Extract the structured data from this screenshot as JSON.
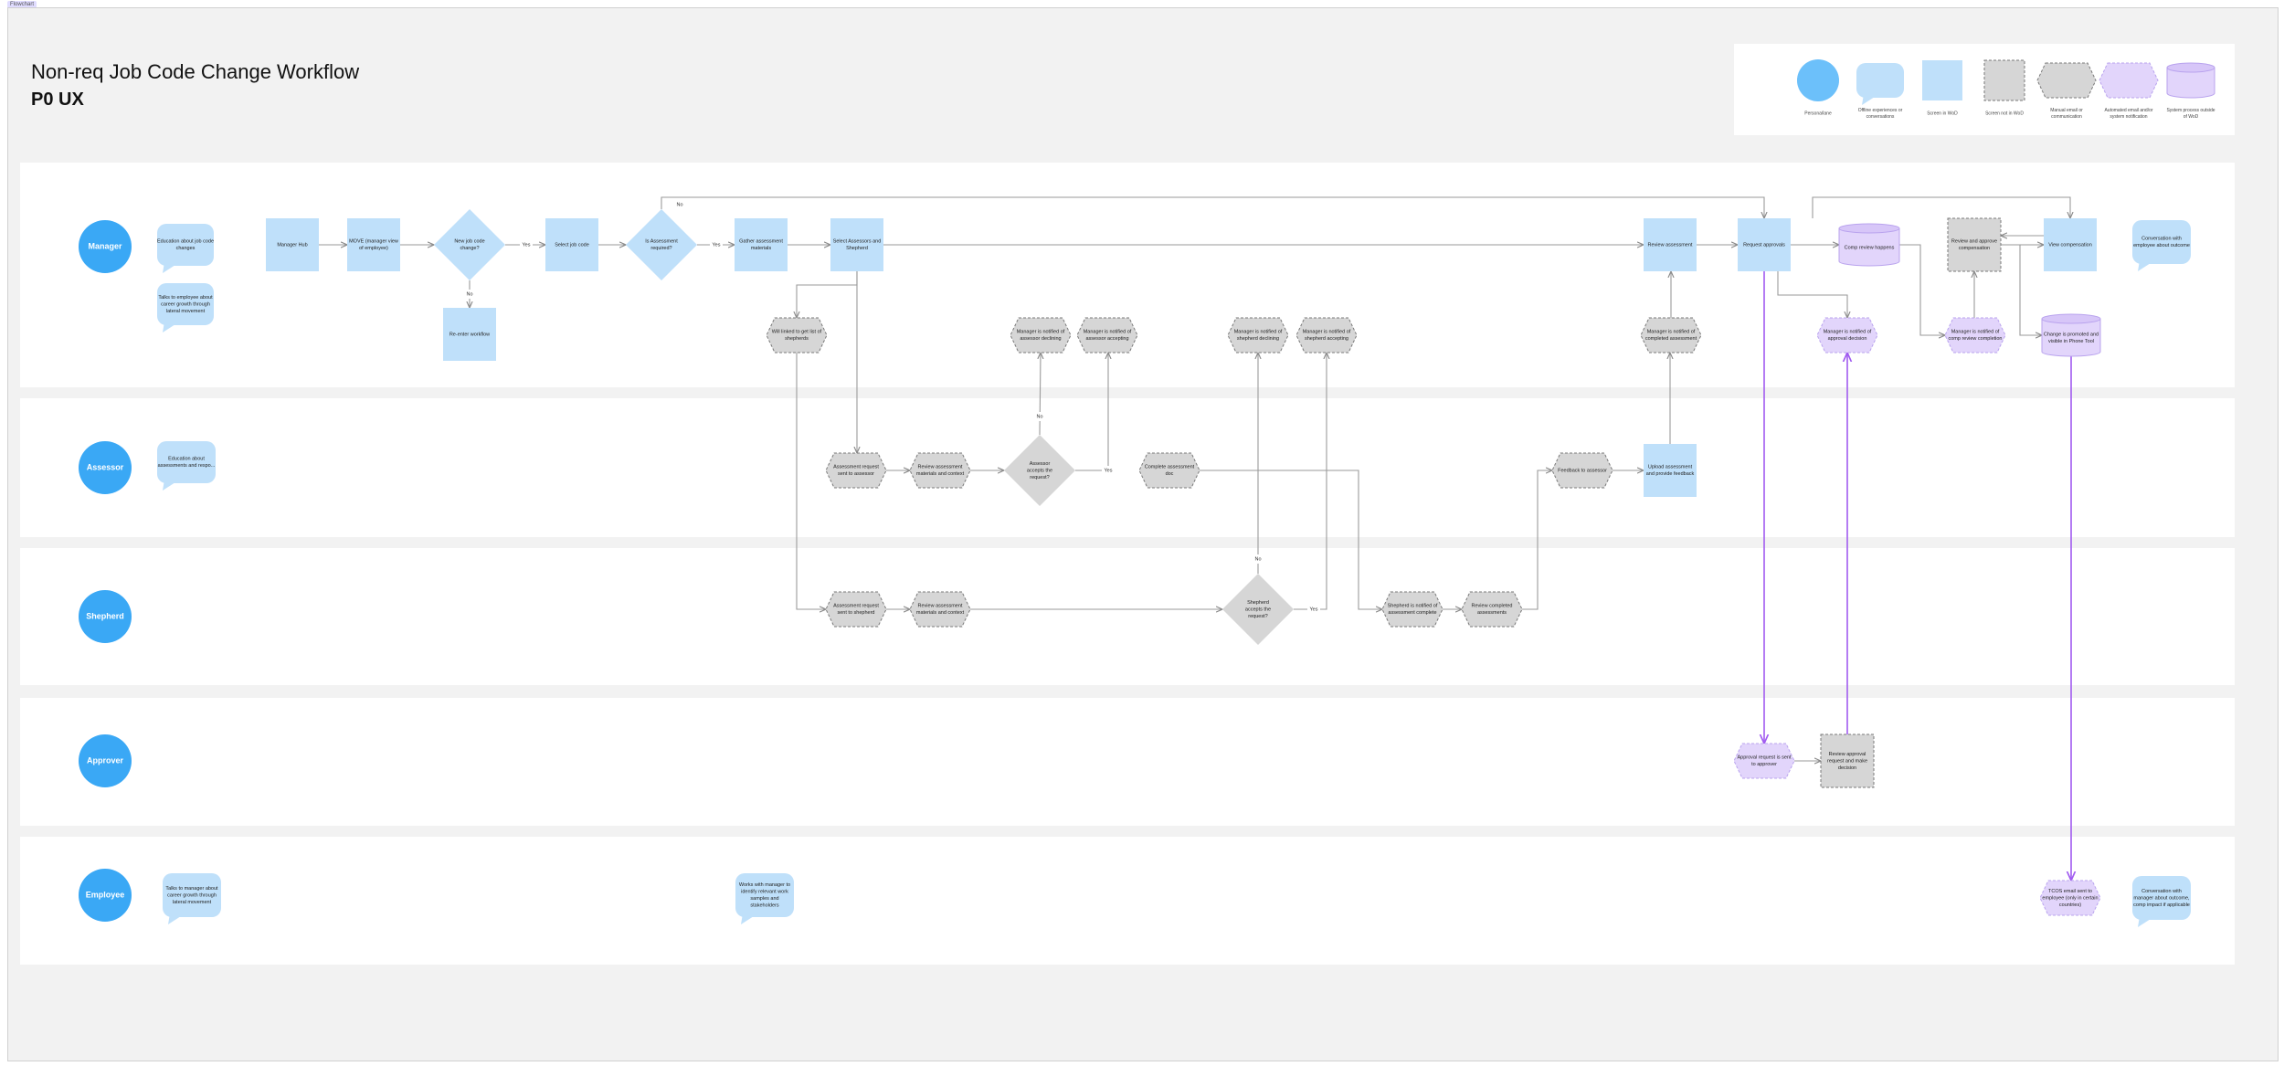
{
  "frame_tag": "Flowchart",
  "title": "Non-req Job Code Change Workflow",
  "subtitle": "P0 UX",
  "colors": {
    "persona": "#3aa8f5",
    "screen": "#bfe0fa",
    "screen_not_built": "#d6d6d6",
    "notification": "#e2d5fb",
    "notification_border": "#b9a3ee",
    "purple_line": "#a15cf0",
    "line": "#9a9a9a"
  },
  "legend": [
    {
      "label": "Persona/lane",
      "type": "persona"
    },
    {
      "label": "Offline experiences or conversations",
      "type": "bubble"
    },
    {
      "label": "Screen in WoD",
      "type": "screen"
    },
    {
      "label": "Screen not in WoD",
      "type": "screen_dashed"
    },
    {
      "label": "Manual email or communication",
      "type": "hex_gray"
    },
    {
      "label": "Automated email and/or system notification",
      "type": "hex_purple"
    },
    {
      "label": "System process outside of WoD",
      "type": "cylinder"
    }
  ],
  "lanes": [
    {
      "id": "manager",
      "name": "Manager"
    },
    {
      "id": "assessor",
      "name": "Assessor"
    },
    {
      "id": "shepherd",
      "name": "Shepherd"
    },
    {
      "id": "approver",
      "name": "Approver"
    },
    {
      "id": "employee",
      "name": "Employee"
    }
  ],
  "nodes": {
    "m_bubble1": {
      "type": "bubble",
      "text": [
        "Education about job code",
        "changes"
      ]
    },
    "m_bubble2": {
      "type": "bubble",
      "text": [
        "Talks to employee about",
        "career growth through",
        "lateral movement"
      ]
    },
    "manager_hub": {
      "type": "screen",
      "text": [
        "Manager Hub"
      ]
    },
    "move_tree": {
      "type": "screen",
      "text": [
        "MOVE (manager view",
        "of employee)"
      ]
    },
    "new_job_code": {
      "type": "diamond_blue",
      "text": [
        "New job code",
        "change?"
      ]
    },
    "select_job_code": {
      "type": "screen",
      "text": [
        "Select job code"
      ]
    },
    "assessment_required": {
      "type": "diamond_blue",
      "text": [
        "Is Assessment",
        "required?"
      ]
    },
    "gather_materials": {
      "type": "screen",
      "text": [
        "Gather assessment",
        "materials"
      ]
    },
    "select_assessors": {
      "type": "screen",
      "text": [
        "Select Assessors and",
        "Shepherd"
      ]
    },
    "re_enter": {
      "type": "screen",
      "text": [
        "Re-enter workflow"
      ]
    },
    "review_assessment_m": {
      "type": "screen",
      "text": [
        "Review assessment"
      ]
    },
    "request_approvals": {
      "type": "screen",
      "text": [
        "Request approvals"
      ]
    },
    "comp_review": {
      "type": "cylinder",
      "text": [
        "Comp review happens"
      ]
    },
    "review_approve_comp": {
      "type": "screen_dashed",
      "text": [
        "Review and approve",
        "compensation"
      ]
    },
    "view_comp": {
      "type": "screen",
      "text": [
        "View compensation"
      ]
    },
    "m_bubble3": {
      "type": "bubble",
      "text": [
        "Conversation with",
        "employee about outcome"
      ]
    },
    "will_linked": {
      "type": "hex_gray",
      "text": [
        "Will linked to get list of",
        "shepherds"
      ]
    },
    "mgr_notified_declining": {
      "type": "hex_gray",
      "text": [
        "Manager is notified of",
        "assessor declining"
      ]
    },
    "mgr_notified_accepting": {
      "type": "hex_gray",
      "text": [
        "Manager is notified of",
        "assessor accepting"
      ]
    },
    "mgr_notified_shep_declining": {
      "type": "hex_gray",
      "text": [
        "Manager is notified of",
        "shepherd declining"
      ]
    },
    "mgr_notified_shep_accepting": {
      "type": "hex_gray",
      "text": [
        "Manager is notified of",
        "shepherd accepting"
      ]
    },
    "mgr_notified_completed": {
      "type": "hex_gray",
      "text": [
        "Manager is notified of",
        "completed assessment"
      ]
    },
    "mgr_notified_approval": {
      "type": "hex_purple",
      "text": [
        "Manager is notified of",
        "approval decision"
      ]
    },
    "mgr_notified_comp": {
      "type": "hex_purple",
      "text": [
        "Manager is notified of",
        "comp review completion"
      ]
    },
    "change_promoted": {
      "type": "cylinder",
      "text": [
        "Change is promoted and",
        "visible in Phone Tool"
      ]
    },
    "a_bubble": {
      "type": "bubble",
      "text": [
        "Education about",
        "assessments and respo..."
      ]
    },
    "assessment_sent_assessor": {
      "type": "hex_gray",
      "text": [
        "Assessment request",
        "sent to assessor"
      ]
    },
    "review_materials_a": {
      "type": "hex_gray",
      "text": [
        "Review assessment",
        "materials and context"
      ]
    },
    "assessor_accepts": {
      "type": "diamond_gray",
      "text": [
        "Assessor",
        "accepts the",
        "request?"
      ]
    },
    "complete_assessment": {
      "type": "hex_gray",
      "text": [
        "Complete assessment",
        "doc"
      ]
    },
    "feedback_assessor": {
      "type": "hex_gray",
      "text": [
        "Feedback to assessor"
      ]
    },
    "upload_assessment": {
      "type": "screen",
      "text": [
        "Upload assessment",
        "and provide feedback"
      ]
    },
    "assessment_sent_shepherd": {
      "type": "hex_gray",
      "text": [
        "Assessment request",
        "sent to shepherd"
      ]
    },
    "review_materials_s": {
      "type": "hex_gray",
      "text": [
        "Review assessment",
        "materials and context"
      ]
    },
    "shepherd_accepts": {
      "type": "diamond_gray",
      "text": [
        "Shepherd",
        "accepts the",
        "request?"
      ]
    },
    "shepherd_notified": {
      "type": "hex_gray",
      "text": [
        "Shepherd is notified of",
        "assessment complete"
      ]
    },
    "review_completed": {
      "type": "hex_gray",
      "text": [
        "Review completed",
        "assessments"
      ]
    },
    "approval_sent": {
      "type": "hex_purple",
      "text": [
        "Approval request is sent",
        "to approver"
      ]
    },
    "review_approval": {
      "type": "screen_dashed",
      "text": [
        "Review approval",
        "request and make",
        "decision"
      ]
    },
    "e_bubble1": {
      "type": "bubble",
      "text": [
        "Talks to manager about",
        "career growth through",
        "lateral movement"
      ]
    },
    "e_bubble2": {
      "type": "bubble",
      "text": [
        "Works with manager to",
        "identify relevant work",
        "samples and",
        "stakeholders"
      ]
    },
    "tcos_email": {
      "type": "hex_purple",
      "text": [
        "TCOS email sent to",
        "employee (only in certain",
        "countries)"
      ]
    },
    "e_bubble3": {
      "type": "bubble",
      "text": [
        "Conversation with",
        "manager about outcome,",
        "comp impact if applicable"
      ]
    }
  },
  "edge_labels": {
    "yes": "Yes",
    "no": "No"
  }
}
